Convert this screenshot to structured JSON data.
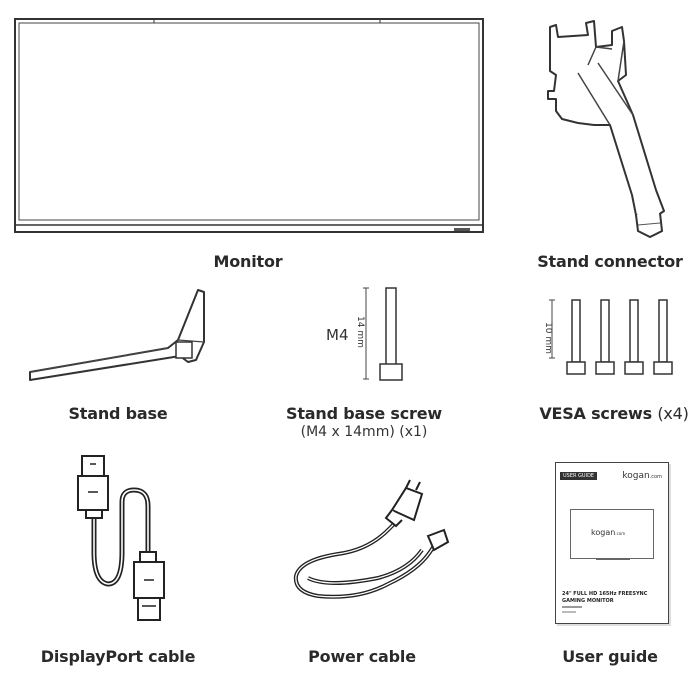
{
  "items": [
    {
      "label": "Monitor"
    },
    {
      "label": "Stand connector"
    },
    {
      "label": "Stand base"
    },
    {
      "label": "Stand base screw",
      "sub": "(M4 x 14mm) (x1)"
    },
    {
      "label": "VESA screws",
      "qty": "(x4)"
    },
    {
      "label": "DisplayPort cable"
    },
    {
      "label": "Power cable"
    },
    {
      "label": "User guide"
    }
  ],
  "screw": {
    "thread": "M4",
    "length": "14 mm"
  },
  "vesa": {
    "length": "10 mm"
  },
  "guide": {
    "tag": "USER GUIDE",
    "brand": "kogan",
    "brand_suffix": ".com",
    "title1": "24\" FULL HD 165Hz FREESYNC",
    "title2": "GAMING MONITOR"
  }
}
